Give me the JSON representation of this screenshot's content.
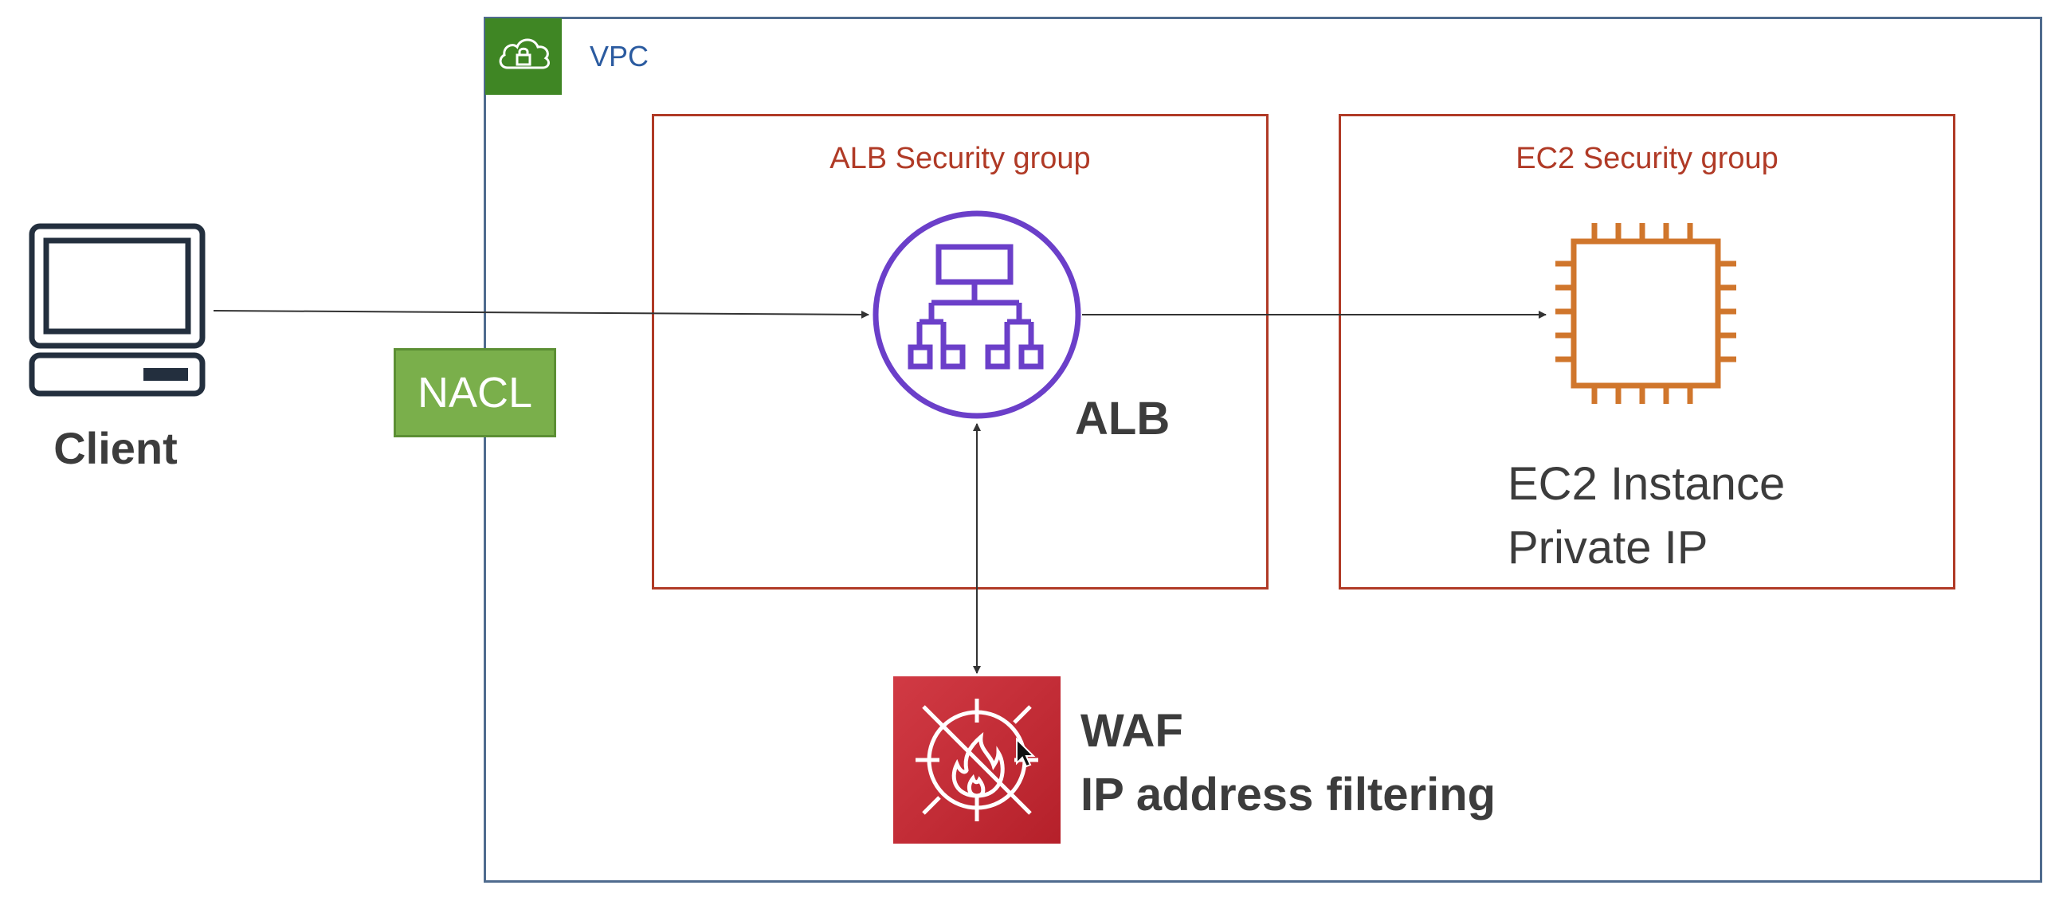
{
  "vpc": {
    "label": "VPC",
    "icon": "cloud-lock-icon"
  },
  "alb_security_group": {
    "title": "ALB Security group"
  },
  "ec2_security_group": {
    "title": "EC2 Security group"
  },
  "nacl": {
    "label": "NACL"
  },
  "client": {
    "label": "Client",
    "icon": "laptop-icon"
  },
  "alb": {
    "label": "ALB",
    "icon": "load-balancer-icon"
  },
  "ec2": {
    "line1": "EC2 Instance",
    "line2": "Private IP",
    "icon": "chip-icon"
  },
  "waf": {
    "line1": "WAF",
    "line2": "IP address filtering",
    "icon": "firewall-icon"
  },
  "colors": {
    "vpc_border": "#4f6b8e",
    "vpc_accent": "#3f8624",
    "security_group": "#b03a26",
    "nacl": "#7aaf4b",
    "alb": "#6b3fc9",
    "ec2": "#d0762c",
    "waf": "#c62a35"
  }
}
